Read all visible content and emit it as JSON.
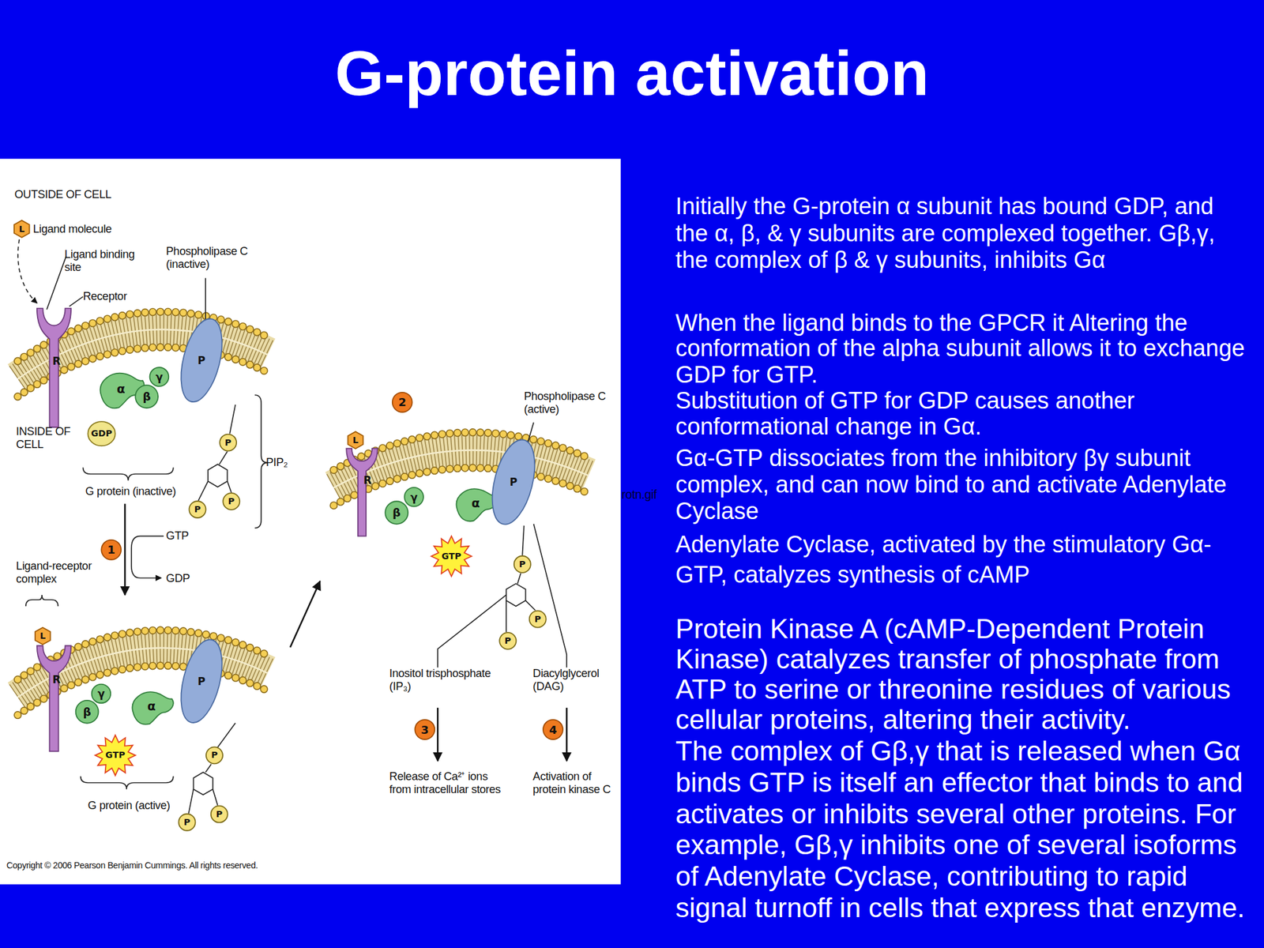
{
  "diagram": {
    "title": "G-protein activation",
    "nodes": [
      {
        "text": [
          "L"
        ]
      },
      {
        "text": [
          "R"
        ]
      },
      {
        "text": [
          "P"
        ]
      },
      {
        "text": [
          "α"
        ]
      },
      {
        "text": [
          "β"
        ]
      },
      {
        "text": [
          "γ"
        ]
      },
      {
        "text": [
          "GDP"
        ]
      },
      {
        "text": [
          "P"
        ]
      },
      {
        "text": [
          "P"
        ]
      },
      {
        "text": [
          "P"
        ]
      },
      {
        "text": [
          "1"
        ]
      },
      {
        "text": [
          "L"
        ]
      },
      {
        "text": [
          "R"
        ]
      },
      {
        "text": [
          "P"
        ]
      },
      {
        "text": [
          "β"
        ]
      },
      {
        "text": [
          "γ"
        ]
      },
      {
        "text": [
          "α"
        ]
      },
      {
        "text": [
          "GTP"
        ]
      },
      {
        "text": [
          "P"
        ]
      },
      {
        "text": [
          "P"
        ]
      },
      {
        "text": [
          "P"
        ]
      },
      {
        "text": [
          "2"
        ]
      },
      {
        "text": [
          "L"
        ]
      },
      {
        "text": [
          "R"
        ]
      },
      {
        "text": [
          "β"
        ]
      },
      {
        "text": [
          "γ"
        ]
      },
      {
        "text": [
          "α"
        ]
      },
      {
        "text": [
          "P"
        ]
      },
      {
        "text": [
          "GTP"
        ]
      },
      {
        "text": [
          "P"
        ]
      },
      {
        "text": [
          "P"
        ]
      },
      {
        "text": [
          "P"
        ]
      },
      {
        "text": [
          "3"
        ]
      },
      {
        "text": [
          "4"
        ]
      }
    ],
    "labels": [
      "OUTSIDE OF CELL",
      "Ligand molecule",
      "Ligand binding site",
      "Receptor",
      "Phospholipase C (inactive)",
      "INSIDE OF CELL",
      "G protein (inactive)",
      "PIP₂",
      "GTP",
      "GDP",
      "Ligand-receptor complex",
      "G protein (active)",
      "Phospholipase C (active)",
      "Inositol trisphosphate (IP₃)",
      "Diacylglycerol (DAG)",
      "Release of Ca²⁺ ions from intracellular stores",
      "Activation of protein kinase C",
      "Copyright © 2006 Pearson Benjamin Cummings. All rights reserved.",
      "rotn.gif",
      "Initially the G-protein α subunit has bound GDP, and the α, β, & γ subunits are complexed together. Gβ,γ, the complex of β & γ subunits, inhibits Gα",
      "When the ligand binds to the GPCR it Altering the conformation of the alpha subunit allows it to exchange GDP for GTP.",
      "Substitution of GTP for GDP causes another conformational change in Gα.",
      "Gα-GTP dissociates from the inhibitory βγ subunit complex, and can now bind to and activate Adenylate Cyclase",
      "Adenylate Cyclase, activated by the stimulatory Gα-GTP, catalyzes synthesis of cAMP",
      "Protein Kinase A (cAMP-Dependent Protein Kinase) catalyzes transfer of phosphate from ATP to serine or threonine residues of various cellular proteins, altering their activity.",
      "The complex of Gβ,γ that is released when Gα binds GTP is itself an effector that binds to and activates or inhibits several other proteins. For example, Gβ,γ inhibits one of several isoforms of Adenylate Cyclase, contributing to rapid signal turnoff in cells that express that enzyme."
    ]
  }
}
